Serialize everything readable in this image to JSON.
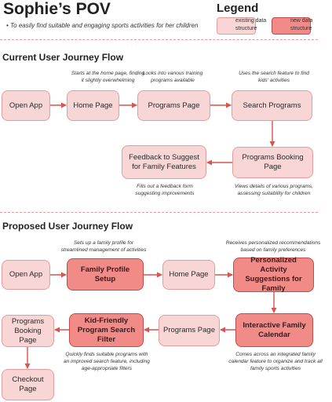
{
  "header": {
    "title": "Sophie’s POV",
    "bullet": "To easily find suitable and engaging sports activities for her children"
  },
  "legend": {
    "title": "Legend",
    "existing_label": "existing data structure",
    "new_label": "new data structure"
  },
  "colors": {
    "existing_fill": "#f9d6d6",
    "existing_border": "#e59b9b",
    "new_fill": "#f08b87",
    "new_border": "#c24a47",
    "arrow": "#d9534f"
  },
  "current": {
    "heading": "Current User Journey Flow",
    "nodes": {
      "open_app": "Open App",
      "home_page": "Home Page",
      "programs_page": "Programs Page",
      "search_programs": "Search Programs",
      "programs_booking": "Programs Booking Page",
      "feedback": "Feedback to Suggest for Family Features"
    },
    "notes": {
      "home": "Starts at the home page, finding it slightly overwhelming",
      "programs": "Looks into various training programs available",
      "search": "Uses the search feature to find kids' activities",
      "booking": "Views details of various programs, assessing suitability for children",
      "feedback": "Fills out a feedback form suggesting improvements"
    }
  },
  "proposed": {
    "heading": "Proposed User Journey Flow",
    "nodes": {
      "open_app": "Open App",
      "family_profile": "Family Profile Setup",
      "home_page": "Home Page",
      "personalized": "Personalized Activity Suggestions for Family",
      "calendar": "Interactive Family Calendar",
      "programs_page": "Programs Page",
      "kid_filter": "Kid-Friendly Program Search Filter",
      "programs_booking": "Programs Booking Page",
      "checkout": "Checkout Page"
    },
    "notes": {
      "profile": "Sets up a family profile for streamlined management of activities",
      "personalized": "Receives personalized recommendations based on family preferences",
      "filter": "Quickly finds suitable programs with an improved search feature, including age-appropriate filters",
      "calendar": "Comes across an integrated family calendar feature to organize and track all family sports activities"
    }
  }
}
